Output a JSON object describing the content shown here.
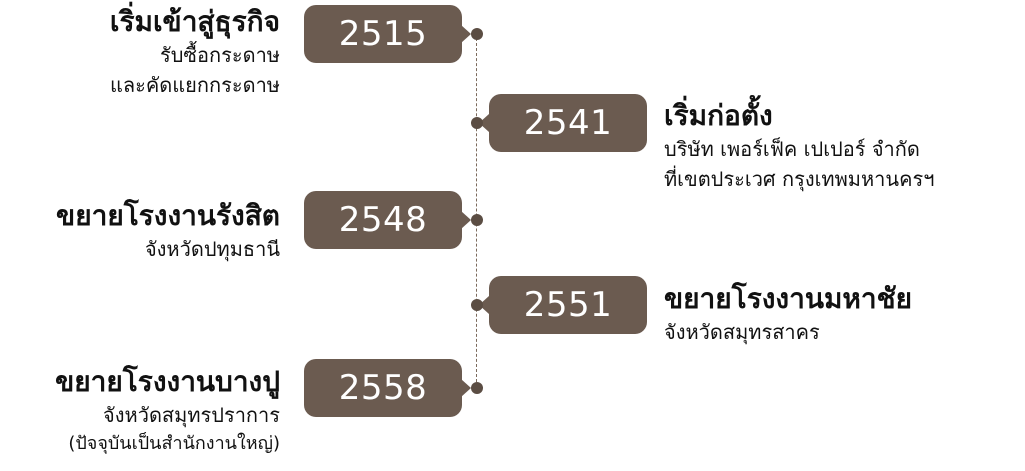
{
  "colors": {
    "badge": "#6b5b50",
    "dot": "#5b4d43",
    "axis": "#7b6a5d",
    "text": "#111111"
  },
  "events": [
    {
      "year": "2515",
      "side": "left",
      "title": "เริ่มเข้าสู่ธุรกิจ",
      "lines": [
        "รับซื้อกระดาษ",
        "และคัดแยกกระดาษ"
      ]
    },
    {
      "year": "2541",
      "side": "right",
      "title": "เริ่มก่อตั้ง",
      "lines": [
        "บริษัท เพอร์เฟ็ค เปเปอร์ จำกัด",
        "ที่เขตประเวศ กรุงเทพมหานครฯ"
      ]
    },
    {
      "year": "2548",
      "side": "left",
      "title": "ขยายโรงงานรังสิต",
      "lines": [
        "จังหวัดปทุมธานี"
      ]
    },
    {
      "year": "2551",
      "side": "right",
      "title": "ขยายโรงงานมหาชัย",
      "lines": [
        "จังหวัดสมุทรสาคร"
      ]
    },
    {
      "year": "2558",
      "side": "left",
      "title": "ขยายโรงงานบางปู",
      "lines": [
        "จังหวัดสมุทรปราการ"
      ],
      "note": "(ปัจจุบันเป็นสำนักงานใหญ่)"
    }
  ]
}
